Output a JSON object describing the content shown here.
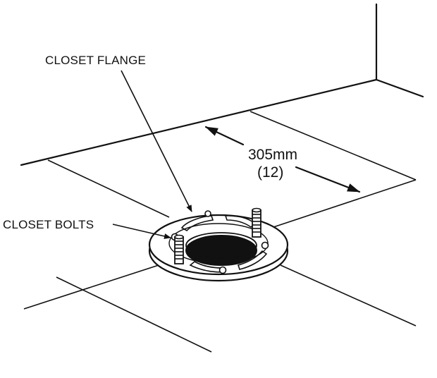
{
  "labels": {
    "closet_flange": "CLOSET FLANGE",
    "closet_bolts": "CLOSET BOLTS",
    "dimension_value": "305mm",
    "dimension_sub": "(12)"
  },
  "colors": {
    "ink": "#111111",
    "background": "#ffffff"
  }
}
